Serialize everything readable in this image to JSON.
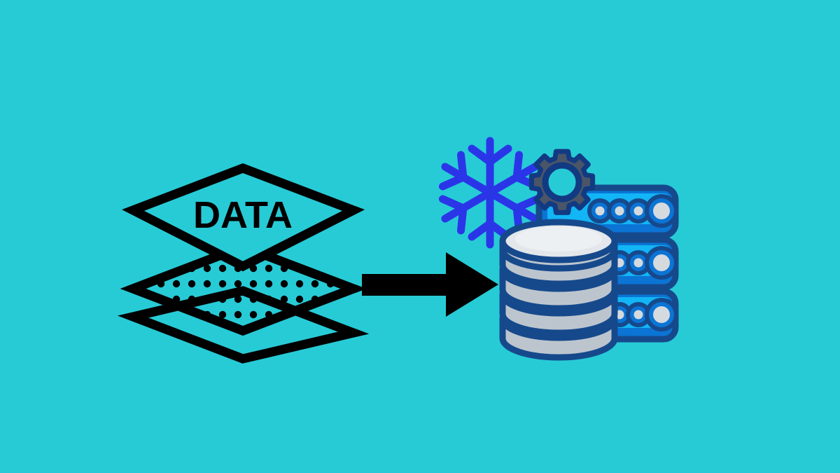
{
  "illustration": {
    "title": "Data layers pipeline to snowflake cloud data warehouse",
    "background_color": "#27CBD6",
    "label": "DATA"
  },
  "layers_icon": {
    "name": "stacked-data-layers",
    "label": "DATA",
    "stroke_color": "#000000",
    "layer_count": 3,
    "layers": [
      {
        "name": "top-layer",
        "fill": "none",
        "label": "DATA"
      },
      {
        "name": "middle-layer",
        "fill": "dotted-pattern",
        "label": ""
      },
      {
        "name": "bottom-layer",
        "fill": "none",
        "label": ""
      }
    ],
    "dot_color": "#000000"
  },
  "arrow": {
    "name": "flow-arrow",
    "direction": "right",
    "color": "#000000"
  },
  "snowflake": {
    "name": "snowflake-icon",
    "color": "#2B35E8",
    "arms": 6
  },
  "gear": {
    "name": "gear-icon",
    "fill": "#4A5568",
    "stroke": "#123A82",
    "teeth": 8
  },
  "database": {
    "name": "database-cylinder",
    "disk_count": 5,
    "top_fill": "#E3E7EB",
    "body_fill": "#BCC5CE",
    "stroke": "#16498C"
  },
  "server_racks": {
    "name": "server-racks",
    "stroke": "#16498C",
    "body_fill": "#12B5F5",
    "rim_fill": "#0B74D4",
    "led_fill": "#D5DADF",
    "units": [
      {
        "name": "rack-unit-top",
        "leds_small": 3,
        "leds_large": 1
      },
      {
        "name": "rack-unit-middle",
        "leds_small": 2,
        "leds_large": 1
      },
      {
        "name": "rack-unit-bottom",
        "leds_small": 2,
        "leds_large": 1
      }
    ]
  },
  "colors": {
    "background": "#27CBD6",
    "ink": "#000000",
    "snowflake_blue": "#2B35E8",
    "rack_blue": "#12B5F5",
    "rack_rim": "#0B74D4",
    "navy": "#16498C",
    "gear_gray": "#4A5568",
    "disk_light": "#E3E7EB",
    "disk_shadow": "#BCC5CE"
  }
}
